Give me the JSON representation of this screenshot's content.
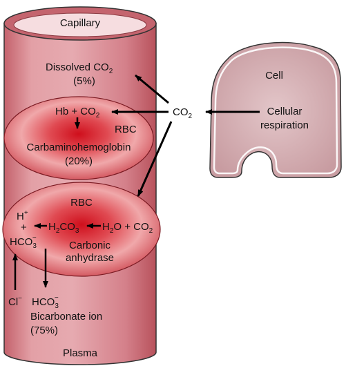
{
  "capillary": {
    "title": "Capillary",
    "plasma": "Plasma",
    "dissolved": {
      "line1_main": "Dissolved CO",
      "line1_sub": "2",
      "line2": "(5%)"
    }
  },
  "cell": {
    "title": "Cell",
    "respiration": {
      "line1": "Cellular",
      "line2": "respiration"
    },
    "co2": {
      "main": "CO",
      "sub": "2"
    }
  },
  "rbc1": {
    "reaction": {
      "a": "Hb + CO",
      "a_sub": "2"
    },
    "label": "RBC",
    "product": "Carbaminohemoglobin",
    "percent": "(20%)"
  },
  "rbc2": {
    "label": "RBC",
    "h_plus": {
      "main": "H",
      "sup": "+"
    },
    "plus": "+",
    "hco3": {
      "main": "HCO",
      "sub": "3",
      "sup": "−"
    },
    "h2co3": {
      "p1": "H",
      "s1": "2",
      "p2": "CO",
      "s2": "3"
    },
    "h2o_co2": {
      "p1": "H",
      "s1": "2",
      "p2": "O + CO",
      "s2": "2"
    },
    "enzyme": {
      "line1": "Carbonic",
      "line2": "anhydrase"
    }
  },
  "plasma_ions": {
    "chloride": {
      "main": "Cl",
      "sup": "−"
    },
    "bicarbonate": {
      "main": "HCO",
      "sub": "3",
      "sup": "−"
    },
    "name": "Bicarbonate ion",
    "percent": "(75%)"
  },
  "colors": {
    "vessel": "#d9878e",
    "vessel_dark": "#c0606a",
    "rbc_center": "#d2121e",
    "rbc_edge": "#f4c7c7",
    "cell_fill": "#d6b0b4"
  }
}
